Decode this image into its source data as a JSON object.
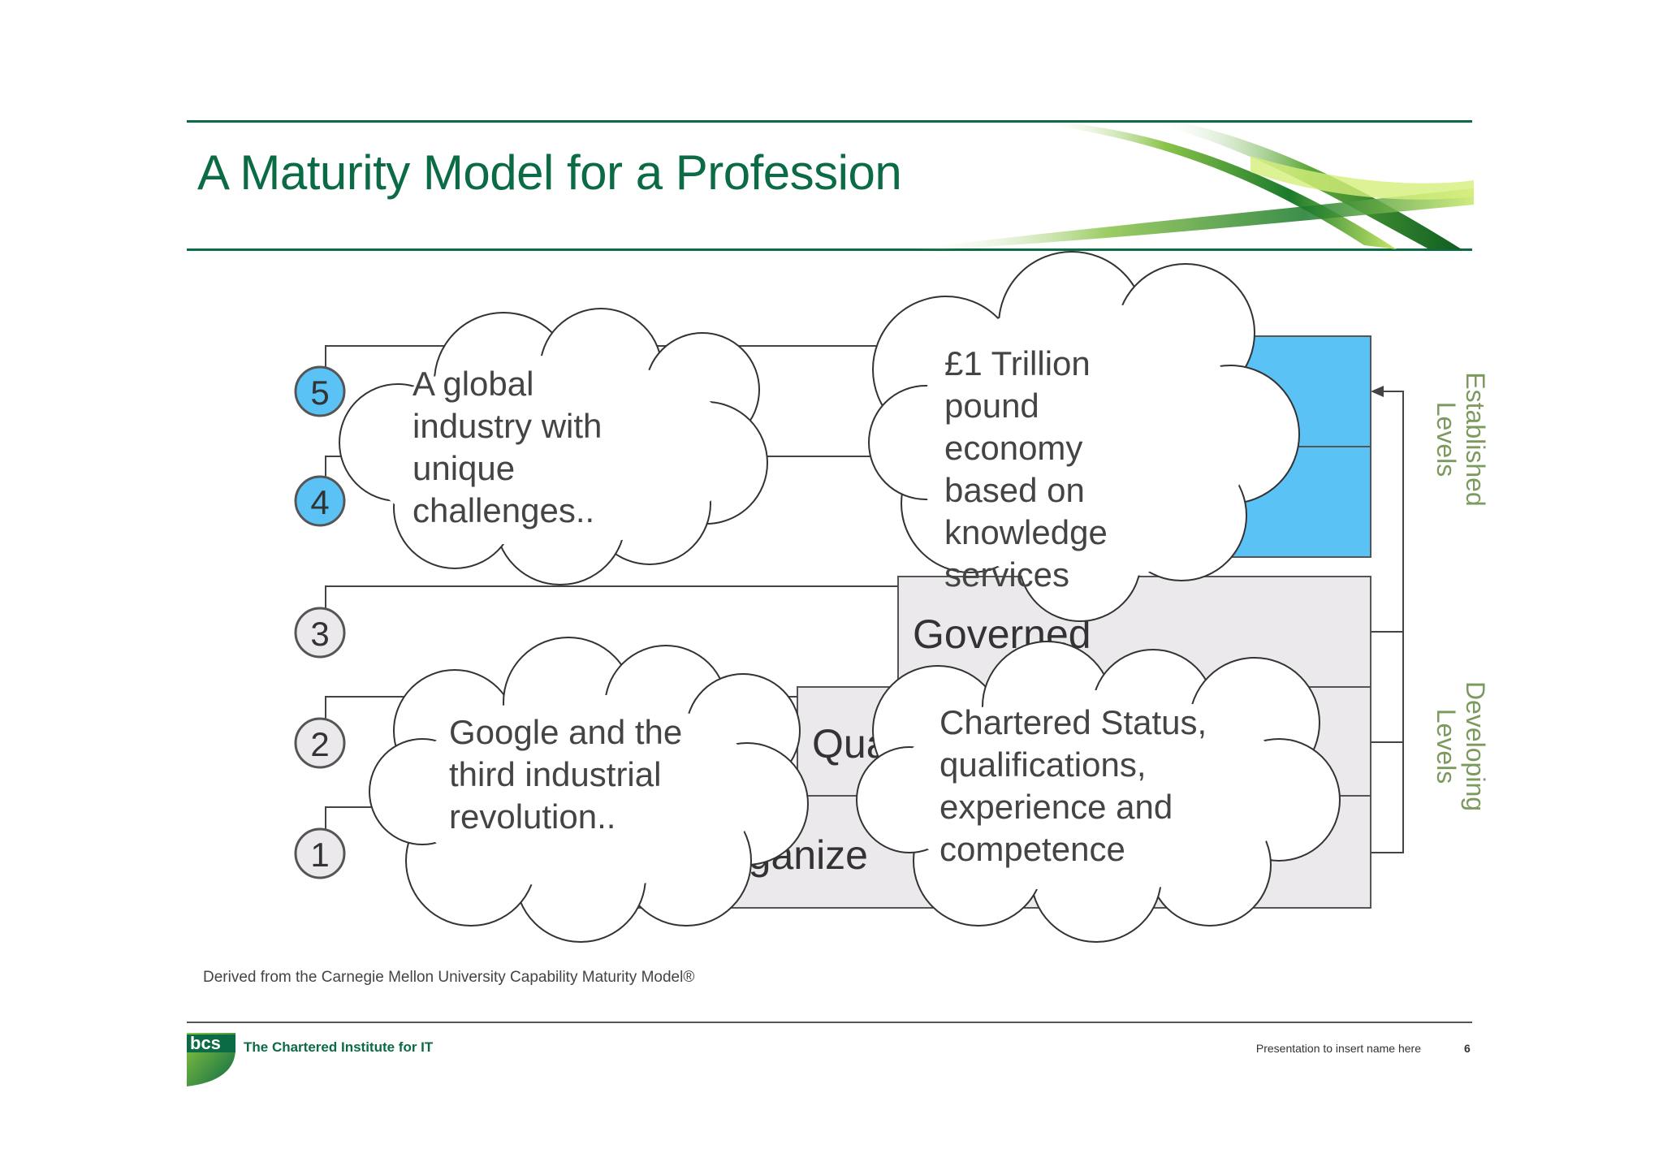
{
  "slide": {
    "title": "A Maturity Model for a Profession",
    "footnote": "Derived from the Carnegie Mellon University Capability Maturity Model®",
    "footer_text": "Presentation to insert name here",
    "page_number": "6",
    "logo": {
      "mark": "bcs",
      "tagline": "The Chartered Institute for IT"
    }
  },
  "diagram": {
    "levels": [
      {
        "number": "5",
        "highlighted": true
      },
      {
        "number": "4",
        "highlighted": true
      },
      {
        "number": "3",
        "highlighted": false
      },
      {
        "number": "2",
        "highlighted": false
      },
      {
        "number": "1",
        "highlighted": false
      }
    ],
    "level_boxes": {
      "governed": "Governed",
      "qualified_partial": "Qual",
      "organized_partial": "rganize"
    },
    "side_labels": {
      "established": [
        "Established",
        "Levels"
      ],
      "developing": [
        "Developing",
        "Levels"
      ]
    },
    "clouds": {
      "global": [
        "A global",
        "industry with",
        "unique",
        "challenges.."
      ],
      "trillion": [
        "£1 Trillion",
        "pound",
        "economy",
        "based on",
        "knowledge",
        "services"
      ],
      "google": [
        "Google and the",
        "third industrial",
        "revolution.."
      ],
      "chartered": [
        "Chartered Status,",
        "qualifications,",
        "experience and",
        "competence"
      ]
    },
    "colors": {
      "established_fill": "#5bc2f5",
      "developing_fill": "#ebe9ec",
      "accent_green": "#0b6b45",
      "label_green": "#7c9a5e"
    }
  }
}
